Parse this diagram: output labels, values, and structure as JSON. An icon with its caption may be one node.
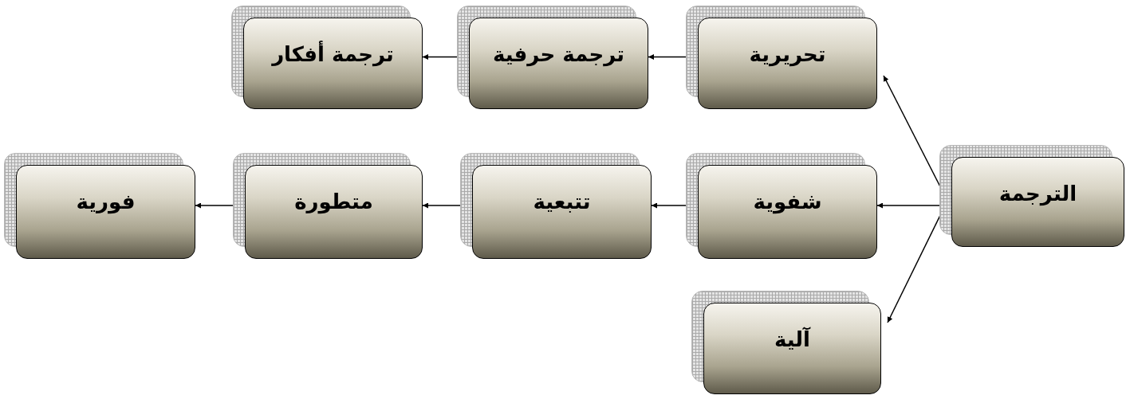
{
  "diagram": {
    "nodes": [
      {
        "text": [
          "الترجمة"
        ]
      },
      {
        "text": [
          "تحريرية"
        ]
      },
      {
        "text": [
          "ترجمة حرفية"
        ]
      },
      {
        "text": [
          "ترجمة أفكار"
        ]
      },
      {
        "text": [
          "شفوية"
        ]
      },
      {
        "text": [
          "تتبعية"
        ]
      },
      {
        "text": [
          "متطورة"
        ]
      },
      {
        "text": [
          "فورية"
        ]
      },
      {
        "text": [
          "آلية"
        ]
      }
    ],
    "edges": [
      {
        "from": 0,
        "to": 1,
        "arrow": "to"
      },
      {
        "from": 0,
        "to": 4,
        "arrow": "to"
      },
      {
        "from": 0,
        "to": 8,
        "arrow": "to"
      },
      {
        "from": 1,
        "to": 2,
        "arrow": "to"
      },
      {
        "from": 2,
        "to": 3,
        "arrow": "to"
      },
      {
        "from": 4,
        "to": 5,
        "arrow": "to"
      },
      {
        "from": 5,
        "to": 6,
        "arrow": "to"
      },
      {
        "from": 6,
        "to": 7,
        "arrow": "to"
      }
    ]
  }
}
